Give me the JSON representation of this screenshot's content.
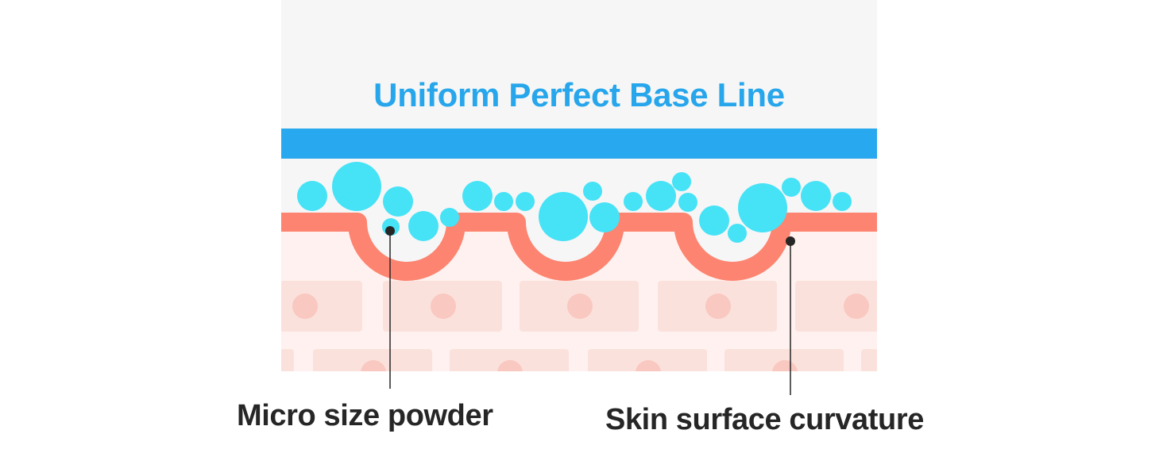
{
  "title": "Uniform Perfect Base Line",
  "labels": {
    "powder": "Micro size powder",
    "curvature": "Skin surface curvature"
  },
  "colors": {
    "panel_bg": "#f6f6f6",
    "title": "#27a6ec",
    "base_line": "#28a8ee",
    "powder": "#46e2f6",
    "skin_line": "#fd8470",
    "skin_fill": "#fff1ef",
    "cell": "#fbe1dc",
    "nucleus": "#f9c8c0",
    "callout": "#262626"
  }
}
